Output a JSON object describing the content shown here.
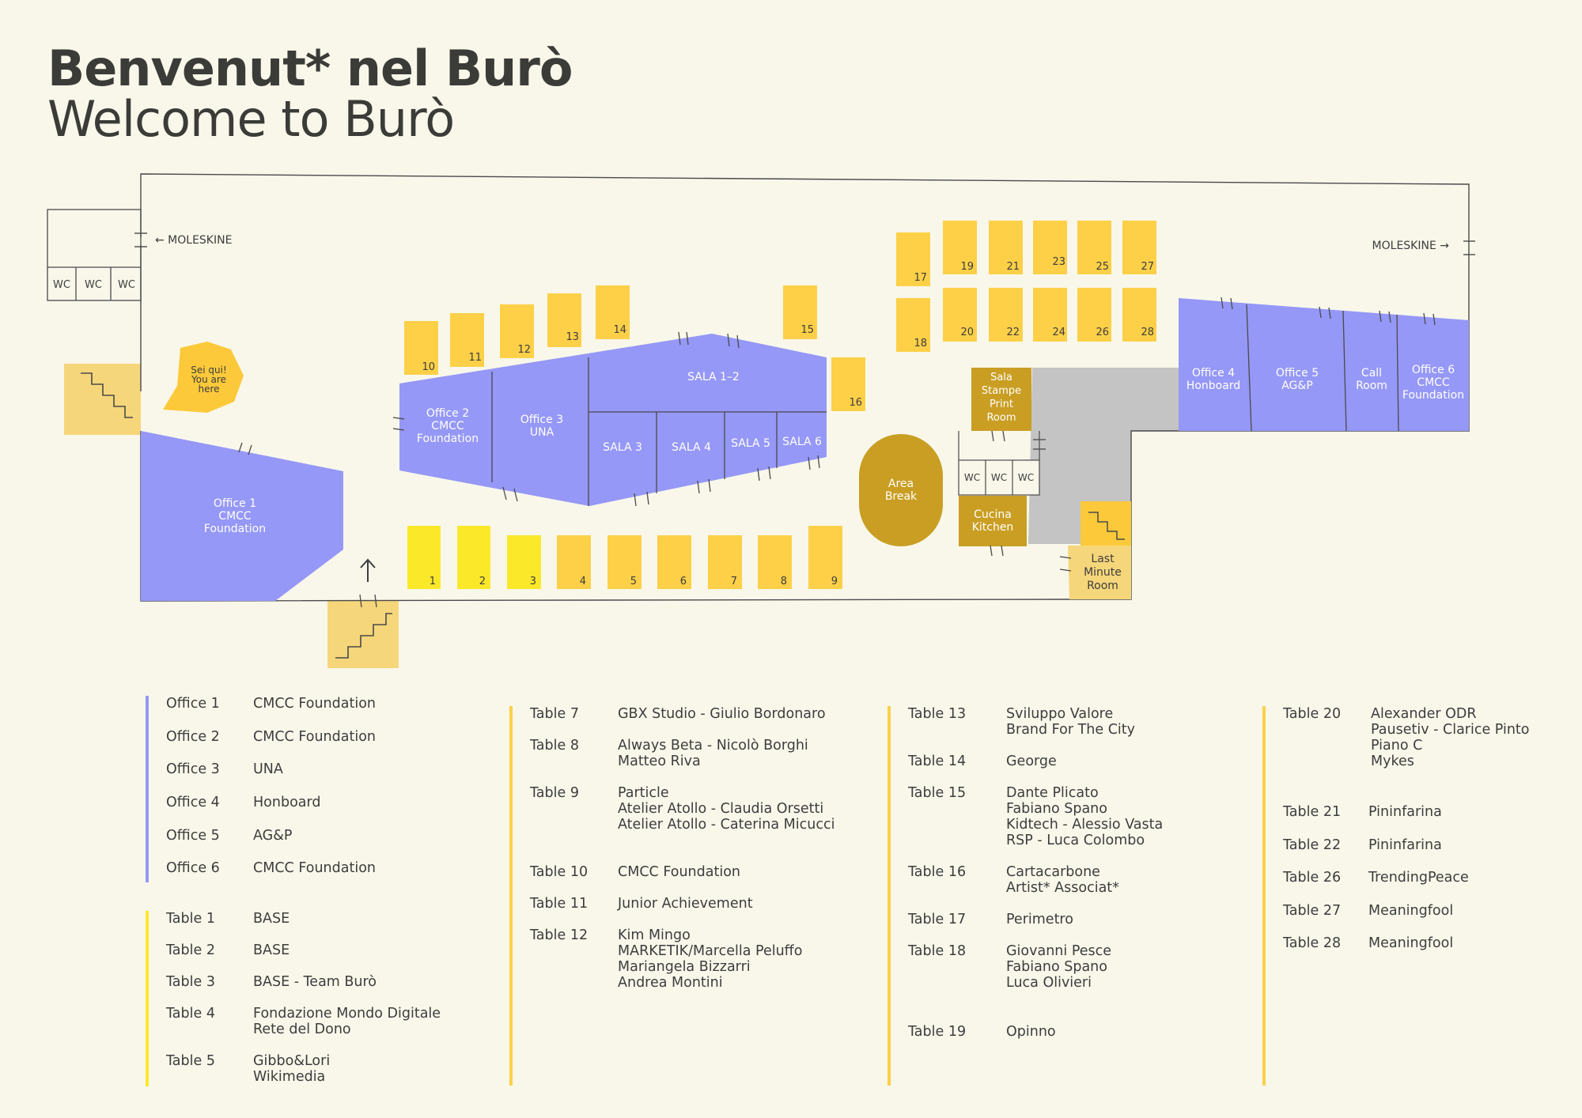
{
  "title": {
    "line1": "Benvenut* nel Burò",
    "line2": "Welcome to Burò"
  },
  "colors": {
    "background": "#f8f7ea",
    "office": "#9598f6",
    "table": "#fdd048",
    "table_bright": "#fbe929",
    "service": "#c99e23",
    "stairs": "#f6d67a",
    "corridor": "#c4c4c4",
    "walls": "#4a4a4a"
  },
  "map": {
    "moleskine_left": "← MOLESKINE",
    "moleskine_right": "MOLESKINE →",
    "wc": "WC",
    "you_are_here": [
      "Sei qui!",
      "You are",
      "here"
    ],
    "offices": [
      {
        "id": "office1",
        "lines": [
          "Office 1",
          "CMCC",
          "Foundation"
        ]
      },
      {
        "id": "office2",
        "lines": [
          "Office 2",
          "CMCC",
          "Foundation"
        ]
      },
      {
        "id": "office3",
        "lines": [
          "Office 3",
          "UNA"
        ]
      },
      {
        "id": "office4",
        "lines": [
          "Office 4",
          "Honboard"
        ]
      },
      {
        "id": "office5",
        "lines": [
          "Office 5",
          "AG&P"
        ]
      },
      {
        "id": "callroom",
        "lines": [
          "Call",
          "Room"
        ]
      },
      {
        "id": "office6",
        "lines": [
          "Office 6",
          "CMCC",
          "Foundation"
        ]
      }
    ],
    "sala_12": "SALA 1–2",
    "sala_3": "SALA 3",
    "sala_4": "SALA 4",
    "sala_5": "SALA 5",
    "sala_6": "SALA 6",
    "area_break": [
      "Area",
      "Break"
    ],
    "sala_stampe": [
      "Sala",
      "Stampe",
      "Print",
      "Room"
    ],
    "cucina": [
      "Cucina",
      "Kitchen"
    ],
    "last_minute": [
      "Last",
      "Minute",
      "Room"
    ],
    "tables": [
      "1",
      "2",
      "3",
      "4",
      "5",
      "6",
      "7",
      "8",
      "9",
      "10",
      "11",
      "12",
      "13",
      "14",
      "15",
      "16",
      "17",
      "18",
      "19",
      "20",
      "21",
      "22",
      "23",
      "24",
      "25",
      "26",
      "27",
      "28"
    ]
  },
  "legend": {
    "offices": [
      {
        "label": "Office 1",
        "lines": [
          "CMCC Foundation"
        ]
      },
      {
        "label": "Office 2",
        "lines": [
          "CMCC Foundation"
        ]
      },
      {
        "label": "Office 3",
        "lines": [
          "UNA"
        ]
      },
      {
        "label": "Office 4",
        "lines": [
          "Honboard"
        ]
      },
      {
        "label": "Office 5",
        "lines": [
          "AG&P"
        ]
      },
      {
        "label": "Office 6",
        "lines": [
          "CMCC Foundation"
        ]
      }
    ],
    "tables_col1": [
      {
        "label": "Table 1",
        "lines": [
          "BASE"
        ]
      },
      {
        "label": "Table 2",
        "lines": [
          "BASE"
        ]
      },
      {
        "label": "Table 3",
        "lines": [
          "BASE - Team Burò"
        ]
      },
      {
        "label": "Table 4",
        "lines": [
          "Fondazione Mondo Digitale",
          "Rete del Dono"
        ]
      },
      {
        "label": "Table 5",
        "lines": [
          "Gibbo&Lori",
          "Wikimedia"
        ]
      }
    ],
    "tables_col2": [
      {
        "label": "Table 7",
        "lines": [
          "GBX Studio - Giulio Bordonaro"
        ]
      },
      {
        "label": "Table 8",
        "lines": [
          "Always Beta - Nicolò Borghi",
          "Matteo Riva"
        ]
      },
      {
        "label": "Table 9",
        "lines": [
          "Particle",
          "Atelier Atollo - Claudia Orsetti",
          "Atelier Atollo - Caterina Micucci"
        ]
      },
      {
        "label": "Table 10",
        "lines": [
          "CMCC Foundation"
        ]
      },
      {
        "label": "Table 11",
        "lines": [
          "Junior Achievement"
        ]
      },
      {
        "label": "Table 12",
        "lines": [
          "Kim Mingo",
          "MARKETIK/Marcella Peluffo",
          "Mariangela Bizzarri",
          "Andrea Montini"
        ]
      }
    ],
    "tables_col3": [
      {
        "label": "Table 13",
        "lines": [
          "Sviluppo Valore",
          "Brand For The City"
        ]
      },
      {
        "label": "Table 14",
        "lines": [
          "George"
        ]
      },
      {
        "label": "Table 15",
        "lines": [
          "Dante Plicato",
          "Fabiano Spano",
          "Kidtech - Alessio Vasta",
          "RSP - Luca Colombo"
        ]
      },
      {
        "label": "Table 16",
        "lines": [
          "Cartacarbone",
          "Artist* Associat*"
        ]
      },
      {
        "label": "Table 17",
        "lines": [
          "Perimetro"
        ]
      },
      {
        "label": "Table 18",
        "lines": [
          "Giovanni Pesce",
          "Fabiano Spano",
          "Luca Olivieri"
        ]
      },
      {
        "label": "Table 19",
        "lines": [
          "Opinno"
        ]
      }
    ],
    "tables_col4": [
      {
        "label": "Table 20",
        "lines": [
          "Alexander ODR",
          "Pausetiv - Clarice Pinto",
          "Piano C",
          "Mykes"
        ]
      },
      {
        "label": "Table 21",
        "lines": [
          "Pininfarina"
        ]
      },
      {
        "label": "Table 22",
        "lines": [
          "Pininfarina"
        ]
      },
      {
        "label": "Table 26",
        "lines": [
          "TrendingPeace"
        ]
      },
      {
        "label": "Table 27",
        "lines": [
          "Meaningfool"
        ]
      },
      {
        "label": "Table 28",
        "lines": [
          "Meaningfool"
        ]
      }
    ]
  }
}
